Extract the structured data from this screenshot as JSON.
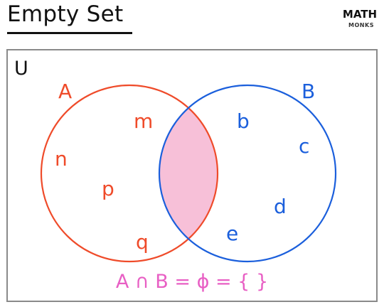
{
  "title": "Empty Set",
  "logo": {
    "line1": "MATH",
    "line2": "MONKS"
  },
  "universe": {
    "label": "U"
  },
  "set_a": {
    "label": "A",
    "elements": [
      "m",
      "n",
      "p",
      "q"
    ],
    "color": "#ef4b2a"
  },
  "set_b": {
    "label": "B",
    "elements": [
      "b",
      "c",
      "d",
      "e"
    ],
    "color": "#1b5fdc"
  },
  "intersection_fill": "#f7c0d8",
  "equation": {
    "text": "A ∩ B = ϕ = { }",
    "color": "#e85fc4"
  }
}
